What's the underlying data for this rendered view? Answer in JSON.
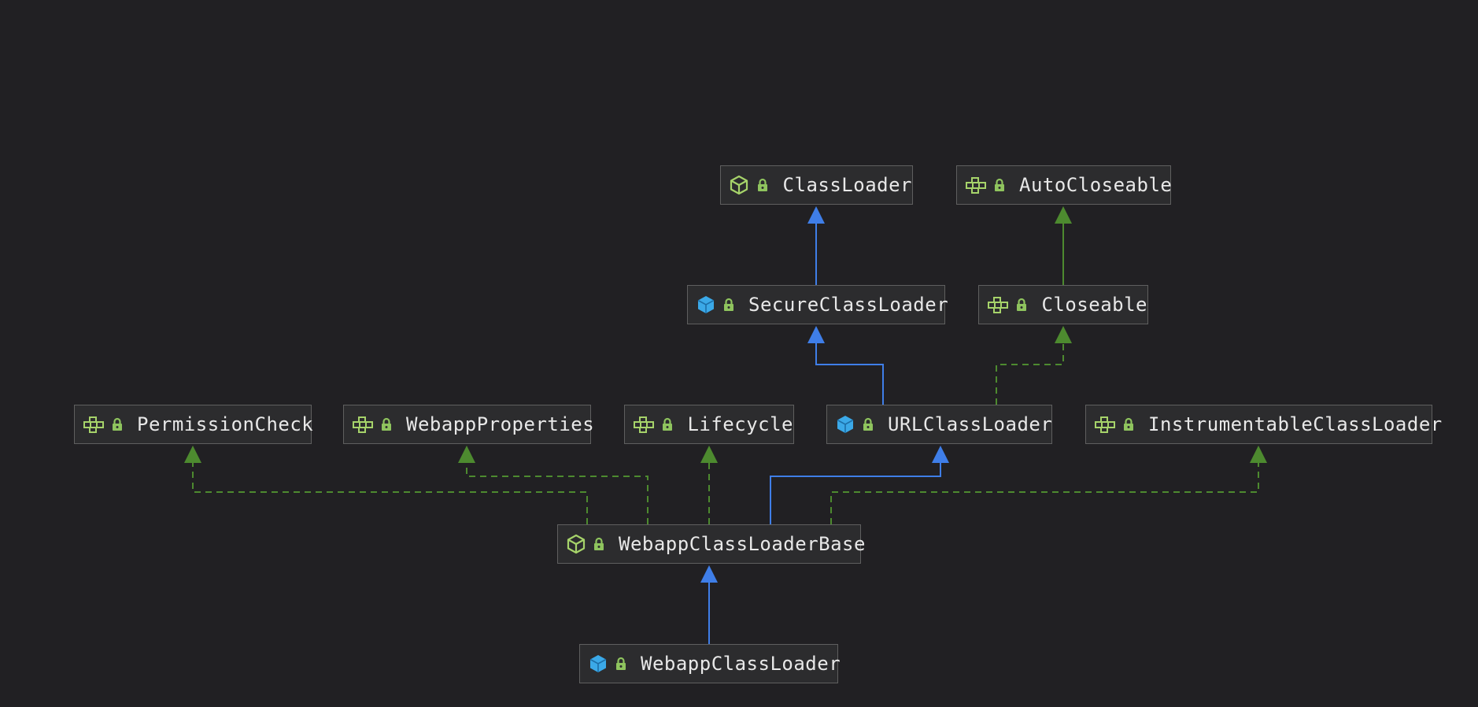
{
  "colors": {
    "background": "#212023",
    "extends_edge": "#3f7ee8",
    "implements_edge": "#4d8a2f",
    "abstract_icon": "#a6d36a",
    "class_icon": "#3ba9e8",
    "interface_icon": "#a6d36a",
    "lock_icon": "#8fc45e"
  },
  "nodes": [
    {
      "id": "ClassLoader",
      "label": "ClassLoader",
      "kind": "abstract-class",
      "icon": "abstract-class-icon"
    },
    {
      "id": "AutoCloseable",
      "label": "AutoCloseable",
      "kind": "interface",
      "icon": "interface-icon"
    },
    {
      "id": "SecureClassLoader",
      "label": "SecureClassLoader",
      "kind": "class",
      "icon": "class-icon"
    },
    {
      "id": "Closeable",
      "label": "Closeable",
      "kind": "interface",
      "icon": "interface-icon"
    },
    {
      "id": "PermissionCheck",
      "label": "PermissionCheck",
      "kind": "interface",
      "icon": "interface-icon"
    },
    {
      "id": "WebappProperties",
      "label": "WebappProperties",
      "kind": "interface",
      "icon": "interface-icon"
    },
    {
      "id": "Lifecycle",
      "label": "Lifecycle",
      "kind": "interface",
      "icon": "interface-icon"
    },
    {
      "id": "URLClassLoader",
      "label": "URLClassLoader",
      "kind": "class",
      "icon": "class-icon"
    },
    {
      "id": "InstrumentableClassLoader",
      "label": "InstrumentableClassLoader",
      "kind": "interface",
      "icon": "interface-icon"
    },
    {
      "id": "WebappClassLoaderBase",
      "label": "WebappClassLoaderBase",
      "kind": "abstract-class",
      "icon": "abstract-class-icon"
    },
    {
      "id": "WebappClassLoader",
      "label": "WebappClassLoader",
      "kind": "class",
      "icon": "class-icon"
    }
  ],
  "edges": [
    {
      "from": "SecureClassLoader",
      "to": "ClassLoader",
      "type": "extends"
    },
    {
      "from": "Closeable",
      "to": "AutoCloseable",
      "type": "extends-interface"
    },
    {
      "from": "URLClassLoader",
      "to": "SecureClassLoader",
      "type": "extends"
    },
    {
      "from": "URLClassLoader",
      "to": "Closeable",
      "type": "implements"
    },
    {
      "from": "WebappClassLoaderBase",
      "to": "PermissionCheck",
      "type": "implements"
    },
    {
      "from": "WebappClassLoaderBase",
      "to": "WebappProperties",
      "type": "implements"
    },
    {
      "from": "WebappClassLoaderBase",
      "to": "Lifecycle",
      "type": "implements"
    },
    {
      "from": "WebappClassLoaderBase",
      "to": "URLClassLoader",
      "type": "extends"
    },
    {
      "from": "WebappClassLoaderBase",
      "to": "InstrumentableClassLoader",
      "type": "implements"
    },
    {
      "from": "WebappClassLoader",
      "to": "WebappClassLoaderBase",
      "type": "extends"
    }
  ]
}
